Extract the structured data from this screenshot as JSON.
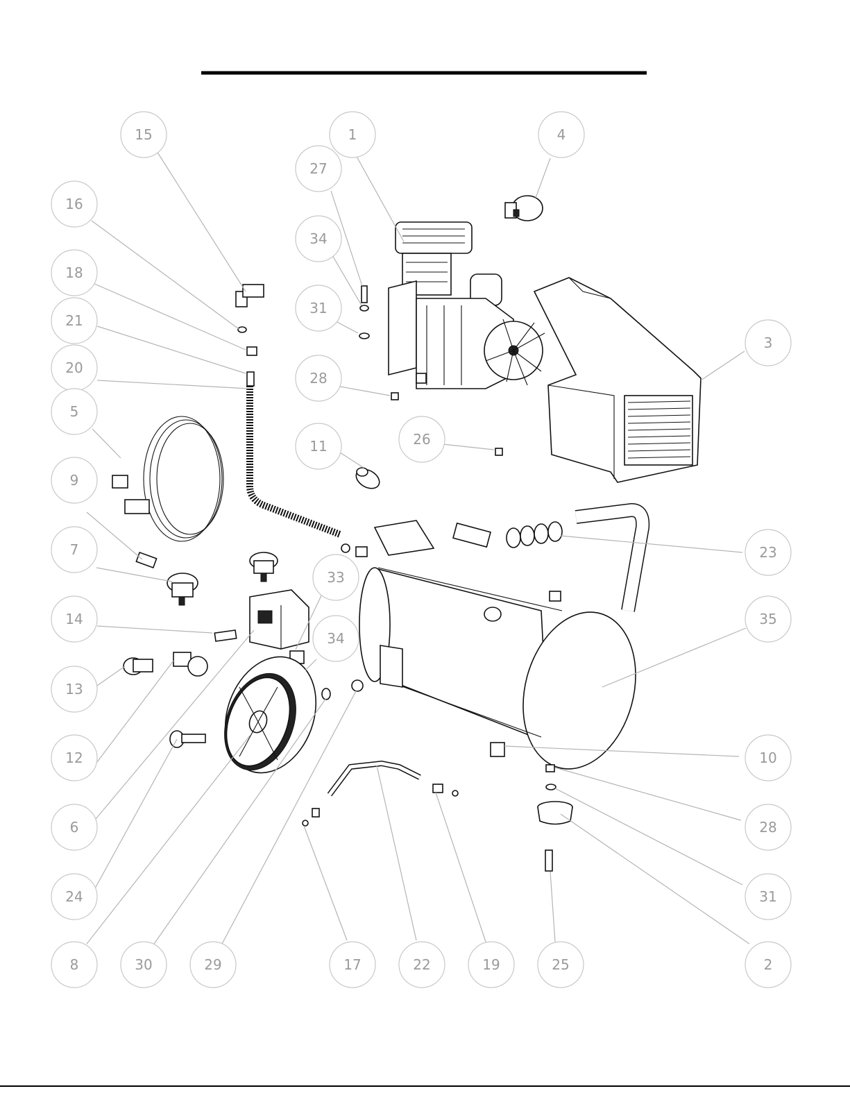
{
  "callouts": [
    {
      "id": "c15",
      "label": "15"
    },
    {
      "id": "c1",
      "label": "1"
    },
    {
      "id": "c4",
      "label": "4"
    },
    {
      "id": "c27",
      "label": "27"
    },
    {
      "id": "c16",
      "label": "16"
    },
    {
      "id": "c34a",
      "label": "34"
    },
    {
      "id": "c18",
      "label": "18"
    },
    {
      "id": "c31a",
      "label": "31"
    },
    {
      "id": "c21",
      "label": "21"
    },
    {
      "id": "c3",
      "label": "3"
    },
    {
      "id": "c20",
      "label": "20"
    },
    {
      "id": "c28a",
      "label": "28"
    },
    {
      "id": "c5",
      "label": "5"
    },
    {
      "id": "c11",
      "label": "11"
    },
    {
      "id": "c26",
      "label": "26"
    },
    {
      "id": "c9",
      "label": "9"
    },
    {
      "id": "c7",
      "label": "7"
    },
    {
      "id": "c23",
      "label": "23"
    },
    {
      "id": "c33",
      "label": "33"
    },
    {
      "id": "c14",
      "label": "14"
    },
    {
      "id": "c35",
      "label": "35"
    },
    {
      "id": "c34b",
      "label": "34"
    },
    {
      "id": "c13",
      "label": "13"
    },
    {
      "id": "c12",
      "label": "12"
    },
    {
      "id": "c10",
      "label": "10"
    },
    {
      "id": "c6",
      "label": "6"
    },
    {
      "id": "c28b",
      "label": "28"
    },
    {
      "id": "c24",
      "label": "24"
    },
    {
      "id": "c31b",
      "label": "31"
    },
    {
      "id": "c8",
      "label": "8"
    },
    {
      "id": "c30",
      "label": "30"
    },
    {
      "id": "c29",
      "label": "29"
    },
    {
      "id": "c17",
      "label": "17"
    },
    {
      "id": "c22",
      "label": "22"
    },
    {
      "id": "c19",
      "label": "19"
    },
    {
      "id": "c25",
      "label": "25"
    },
    {
      "id": "c2",
      "label": "2"
    }
  ]
}
